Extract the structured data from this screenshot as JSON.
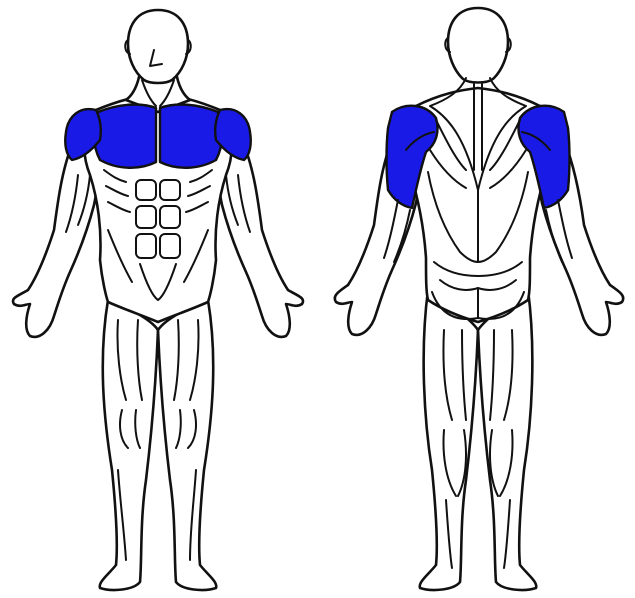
{
  "colors": {
    "background": "#ffffff",
    "outline": "#111111",
    "highlight": "#1a1ae6"
  },
  "figures": [
    {
      "view": "front",
      "highlighted_muscles": [
        "pectorals",
        "anterior-deltoids"
      ]
    },
    {
      "view": "back",
      "highlighted_muscles": [
        "rear-deltoids"
      ]
    }
  ]
}
